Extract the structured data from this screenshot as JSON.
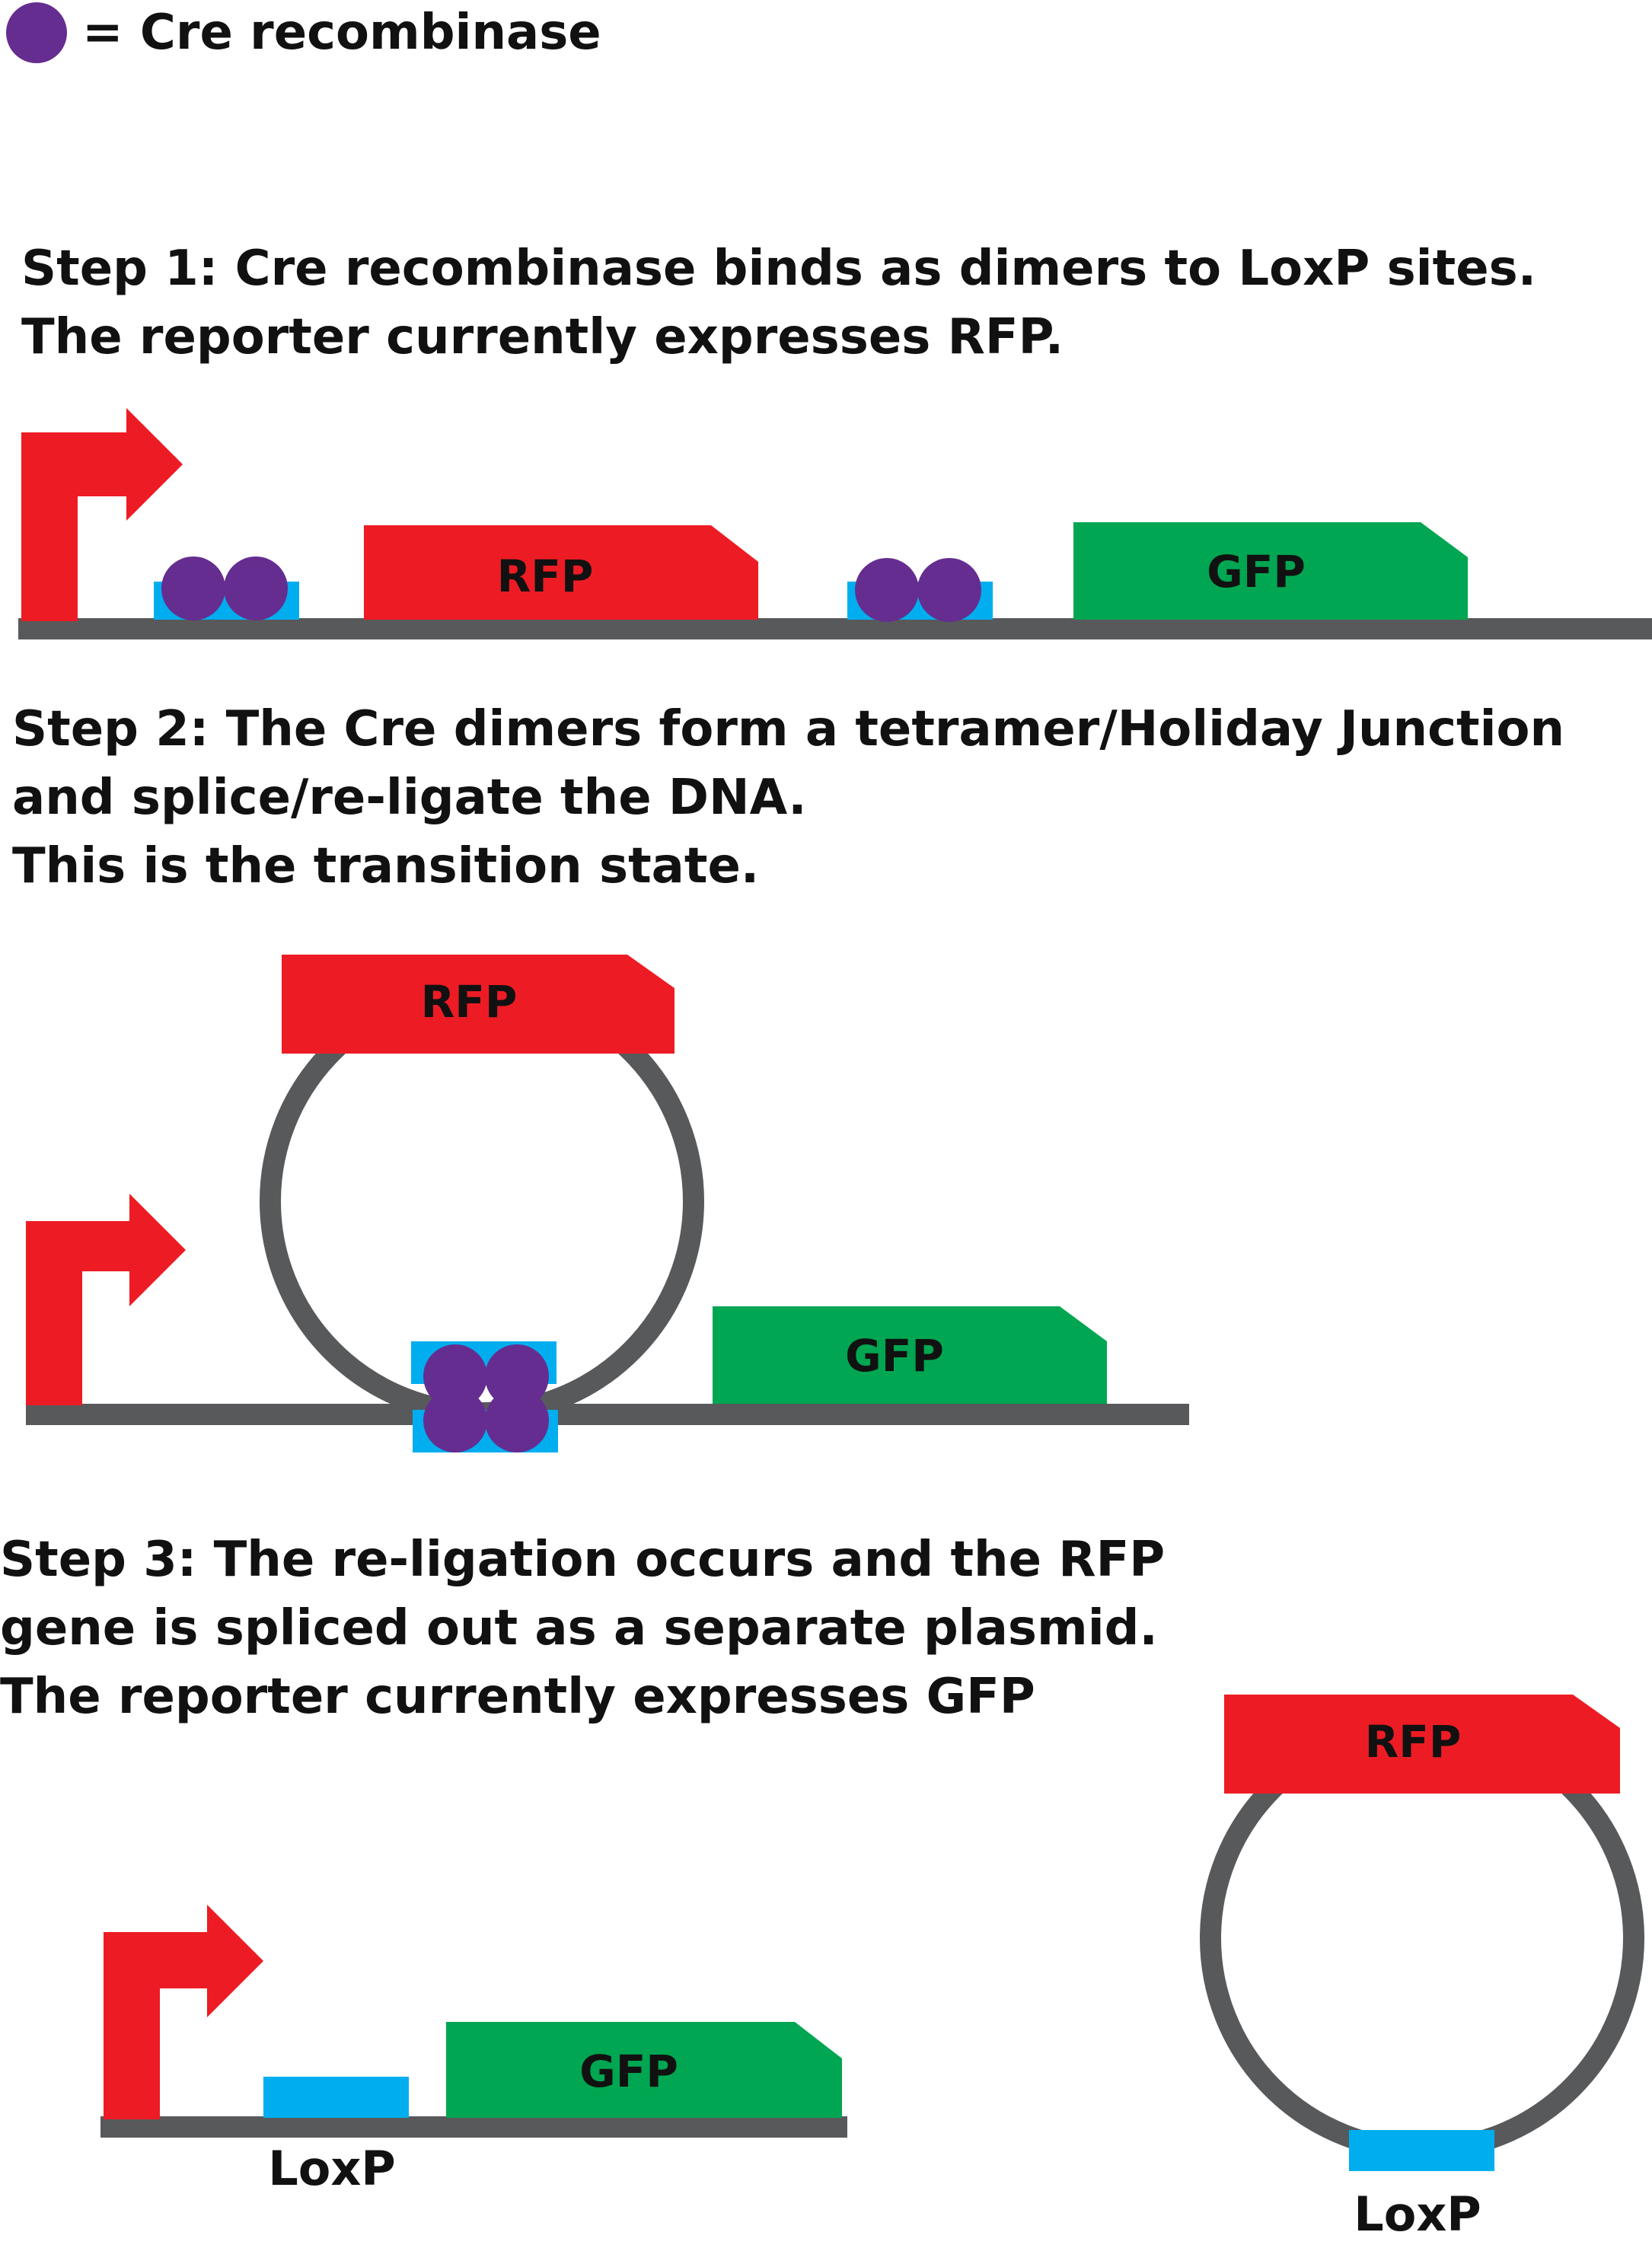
{
  "legend": {
    "label": "= Cre recombinase",
    "symbol_color": "#652d90"
  },
  "steps": [
    {
      "id": "step1",
      "caption": [
        "Step 1: Cre recombinase binds as dimers to LoxP sites.",
        "The reporter currently expresses RFP."
      ],
      "genes": {
        "first": "RFP",
        "second": "GFP"
      }
    },
    {
      "id": "step2",
      "caption": [
        "Step 2: The Cre dimers form a tetramer/Holiday Junction",
        "and splice/re-ligate the DNA.",
        "This is the transition state."
      ],
      "genes": {
        "loop": "RFP",
        "linear": "GFP"
      }
    },
    {
      "id": "step3",
      "caption": [
        "Step 3: The re-ligation occurs and the RFP",
        "gene is spliced out as a separate plasmid.",
        "The reporter currently expresses GFP"
      ],
      "genes": {
        "linear": "GFP",
        "plasmid": "RFP"
      },
      "site_labels": {
        "linear": "LoxP",
        "plasmid": "LoxP"
      }
    }
  ],
  "colors": {
    "promoter": "#ed1c24",
    "rfp": "#ed1c24",
    "gfp": "#00a651",
    "loxp": "#00aeef",
    "dna": "#58595b",
    "cre": "#652d90"
  }
}
